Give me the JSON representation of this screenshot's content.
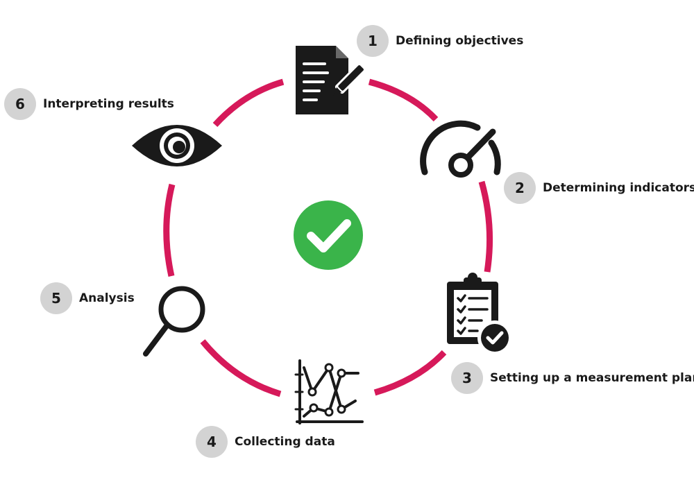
{
  "colors": {
    "ring": "#d6195a",
    "badge": "#d3d3d3",
    "icon": "#1a1a1a",
    "check": "#3ab44a"
  },
  "center": {
    "icon": "check-circle-icon"
  },
  "steps": [
    {
      "number": "1",
      "label": "Defining objectives",
      "icon": "document-pen-icon"
    },
    {
      "number": "2",
      "label": "Determining indicators",
      "icon": "gauge-icon"
    },
    {
      "number": "3",
      "label": "Setting up a measurement plan",
      "icon": "clipboard-checklist-icon"
    },
    {
      "number": "4",
      "label": "Collecting data",
      "icon": "line-chart-icon"
    },
    {
      "number": "5",
      "label": "Analysis",
      "icon": "magnifier-icon"
    },
    {
      "number": "6",
      "label": "Interpreting results",
      "icon": "eye-icon"
    }
  ]
}
